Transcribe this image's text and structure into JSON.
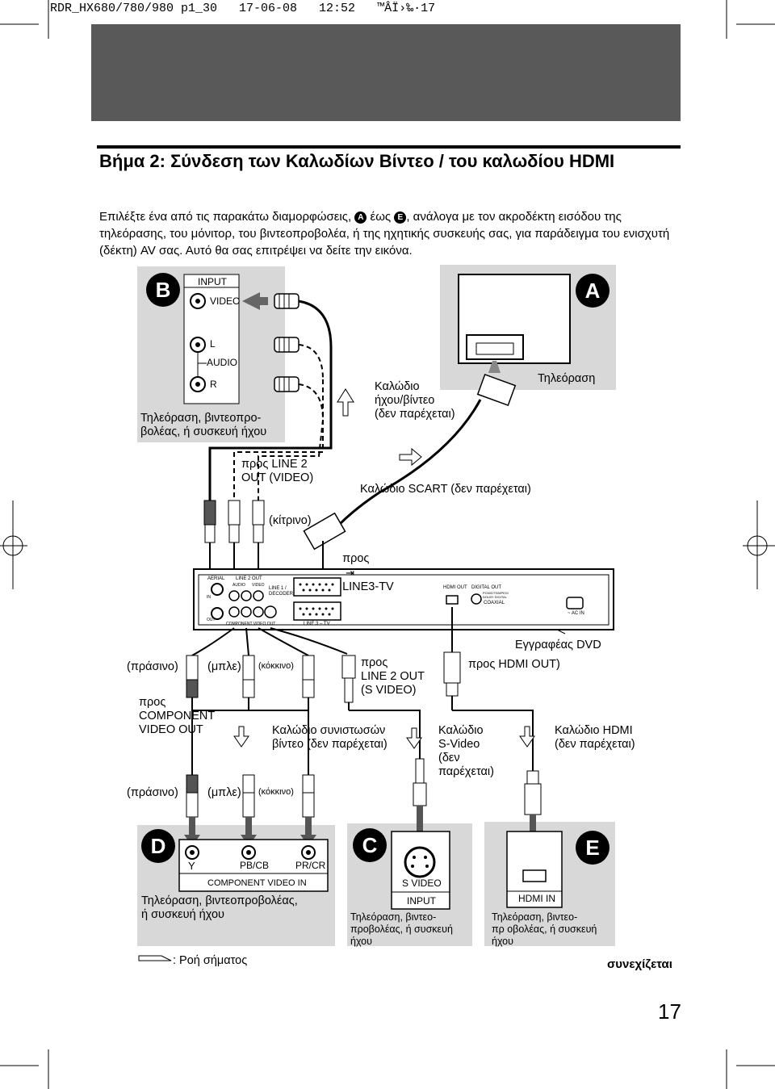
{
  "header": {
    "print_line": "RDR_HX680/780/980 p1_30   17-06-08   12:52   ™ÂÏ›‰·17"
  },
  "title": "Βήμα 2: Σύνδεση των Καλωδίων Βίντεο / του καλωδίου HDMI",
  "intro": {
    "part1": "Επιλέξτε ένα από τις παρακάτω διαμορφώσεις,",
    "badge_from": "A",
    "word_to": "έως",
    "badge_to": "E",
    "part2": ", ανάλογα με τον ακροδέκτη εισόδου της τηλεόρασης, του μόνιτορ, του βιντεοπροβολέα, ή της ηχητικής συσκευής σας, για παράδειγμα του ενισχυτή (δέκτη) AV σας. Αυτό θα σας επιτρέψει να δείτε την εικόνα."
  },
  "badges": {
    "a": "A",
    "b": "B",
    "c": "C",
    "d": "D",
    "e": "E"
  },
  "panel_b": {
    "input": "INPUT",
    "video": "VIDEO",
    "l": "L",
    "audio": "AUDIO",
    "r": "R",
    "caption": "Τηλεόραση, βιντεοπρο-\nβολέας, ή συσκευή ήχου"
  },
  "panel_a": {
    "caption": "Τηλεόραση"
  },
  "labels": {
    "av_cable": "Καλώδιο\nήχου/βίντεο\n(δεν παρέχεται)",
    "to_line2_out": "προς LINE 2\nOUT (VIDEO)",
    "scart_cable": "Καλώδιο SCART (δεν παρέχεται)",
    "yellow": "(κίτρινο)",
    "to_line3_prefix": "προς",
    "to_line3": "LINE3-TV",
    "recorder": "Εγγραφέας DVD",
    "green_top": "(πράσινο)",
    "blue_top": "(μπλε)",
    "red_top": "(κόκκινο)",
    "to_line2_svideo": "προς\nLINE 2 OUT\n(S VIDEO)",
    "to_hdmi_out": "προς HDMI OUT)",
    "to_component": "προς\nCOMPONENT\nVIDEO OUT",
    "component_cable": "Καλώδιο συνιστωσών\nβίντεο (δεν παρέχεται)",
    "svideo_cable": "Καλώδιο\nS-Video\n(δεν\nπαρέχεται)",
    "hdmi_cable": "Καλώδιο HDMI\n(δεν παρέχεται)",
    "green_bottom": "(πράσινο)",
    "blue_bottom": "(μπλε)",
    "red_bottom": "(κόκκινο)"
  },
  "recorder_panel": {
    "aerial": "AERIAL",
    "line2_out": "LINE 2 OUT",
    "audio": "AUDIO",
    "video": "VIDEO",
    "in": "IN",
    "out": "OUT",
    "line1_decoder": "LINE 1 /\nDECODER",
    "component_video_out": "COMPONENT VIDEO OUT",
    "line3_tv": "LINE 3 – TV",
    "hdmi_out": "HDMI OUT",
    "digital_out": "DIGITAL OUT",
    "pcm": "PCM/DTS/MPEG/\nDOLBY DIGITAL",
    "coaxial": "COAXIAL",
    "ac_in": "~ AC IN"
  },
  "panel_d": {
    "y": "Y",
    "pb": "PB/CB",
    "pr": "PR/CR",
    "component_in": "COMPONENT VIDEO IN",
    "caption": "Τηλεόραση, βιντεοπροβολέας,\nή συσκευή ήχου"
  },
  "panel_c": {
    "svideo": "S VIDEO",
    "input": "INPUT",
    "caption": "Τηλεόραση, βιντεο-\nπροβολέας, ή συσκευή\nήχου"
  },
  "panel_e": {
    "hdmi_in": "HDMI IN",
    "caption": "Τηλεόραση, βιντεο-\nπρ οβολέας, ή συσκευή\nήχου"
  },
  "legend": ": Ροή σήματος",
  "footer": {
    "continue": "συνεχίζεται",
    "page": "17"
  }
}
